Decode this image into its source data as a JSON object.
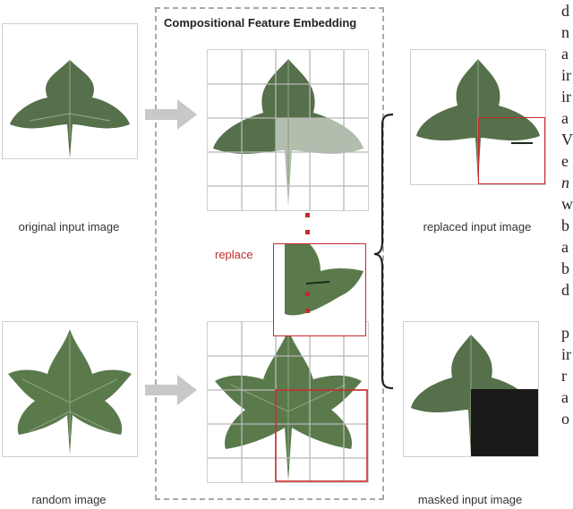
{
  "title": "Compositional Feature Embedding",
  "captions": {
    "original": "original input image",
    "random": "random image",
    "replaced": "replaced input image",
    "masked": "masked input image"
  },
  "replace_label": "replace",
  "edge_text_lines": [
    "d",
    "n",
    "a",
    "ir",
    "ir",
    "a",
    "V",
    "e",
    "n",
    "w",
    "b",
    "a",
    "b",
    "d",
    "",
    "p",
    "ir",
    "r",
    "a",
    "o"
  ],
  "colors": {
    "leaf": "#55704a",
    "leaf_alt": "#5a7a4c",
    "grid": "#b8b8b8",
    "arrow": "#c8c8c8",
    "accent": "#c62a2a",
    "mask": "#1a1a1a",
    "dashed_border": "#a9a9a9"
  }
}
